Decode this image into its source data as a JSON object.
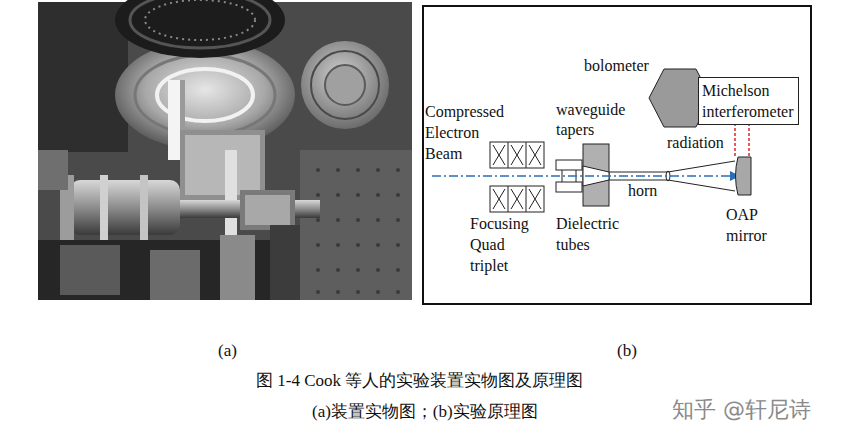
{
  "diagram": {
    "caption": "图 1-4 Cook 等人的实验装置实物图及原理图",
    "nodes": [
      {
        "text": [
          "bolometer"
        ]
      },
      {
        "text": [
          "Michelson interferometer"
        ]
      },
      {
        "text": [
          "OAP mirror"
        ]
      }
    ],
    "edges": [
      {
        "from": 2,
        "to": 1,
        "arrow": "none"
      }
    ],
    "labels": [
      "Compressed Electron Beam",
      "waveguide tapers",
      "radiation",
      "Focusing Quad triplet",
      "Dielectric tubes",
      "horn",
      "(a)",
      "(b)",
      "(a)装置实物图；(b)实验原理图",
      "知乎 @轩尼诗"
    ]
  }
}
